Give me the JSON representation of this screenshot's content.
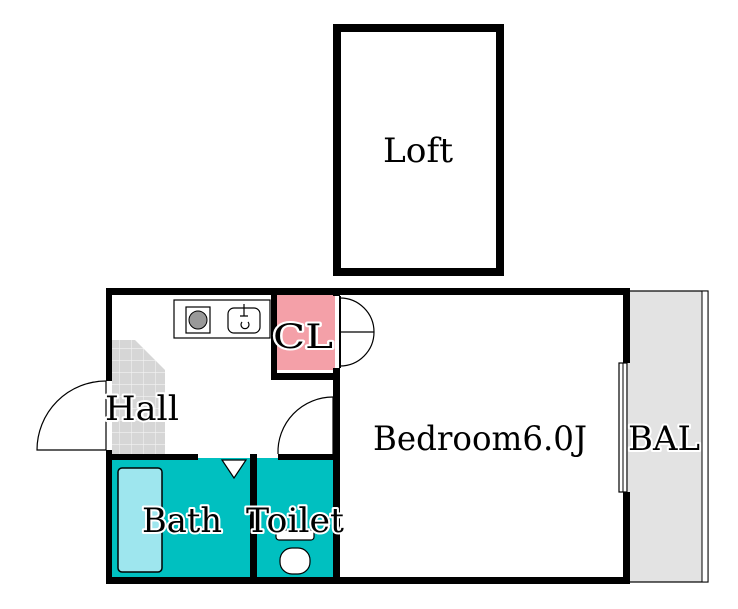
{
  "rooms": {
    "loft": "Loft",
    "closet": "CL",
    "hall": "Hall",
    "bedroom": "Bedroom6.0J",
    "balcony": "BAL",
    "bath": "Bath",
    "toilet": "Toilet"
  },
  "colors": {
    "wall": "#000000",
    "floor": "#ffffff",
    "closet": "#f4a0a8",
    "wet_area": "#00c0c0",
    "bathtub": "#9ee6ee",
    "balcony": "#e3e3e3",
    "hall_tile": "#d6d6d6"
  }
}
